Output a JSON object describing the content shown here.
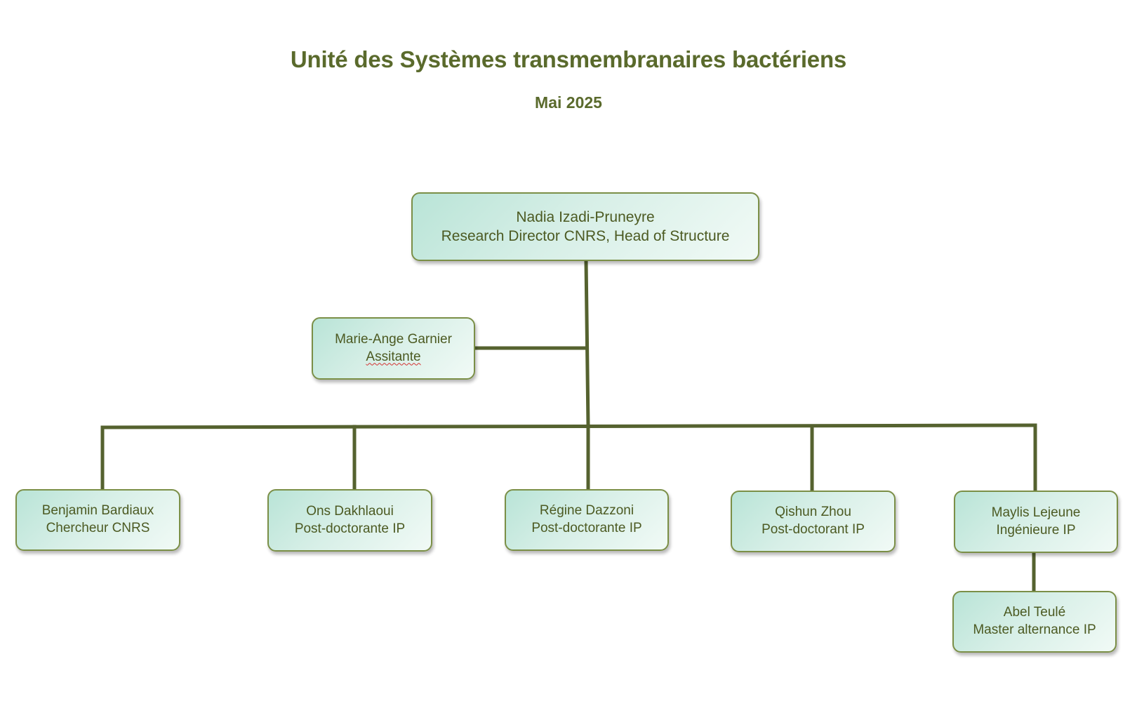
{
  "header": {
    "title": "Unité des Systèmes transmembranaires bactériens",
    "subtitle": "Mai 2025"
  },
  "nodes": {
    "head": {
      "name": "Nadia Izadi-Pruneyre",
      "role": "Research Director CNRS, Head of Structure"
    },
    "assistant": {
      "name": "Marie-Ange Garnier",
      "role": "Assitante"
    },
    "member1": {
      "name": "Benjamin Bardiaux",
      "role": "Chercheur CNRS"
    },
    "member2": {
      "name": "Ons Dakhlaoui",
      "role": "Post-doctorante IP"
    },
    "member3": {
      "name": "Régine Dazzoni",
      "role": "Post-doctorante IP"
    },
    "member4": {
      "name": "Qishun Zhou",
      "role": "Post-doctorant IP"
    },
    "member5": {
      "name": "Maylis Lejeune",
      "role": "Ingénieure IP"
    },
    "member6": {
      "name": "Abel Teulé",
      "role": "Master alternance IP"
    }
  },
  "colors": {
    "title": "#5a6a2c",
    "connector": "#55622f",
    "node_border": "#7b8f47",
    "node_text": "#4c5a22"
  }
}
